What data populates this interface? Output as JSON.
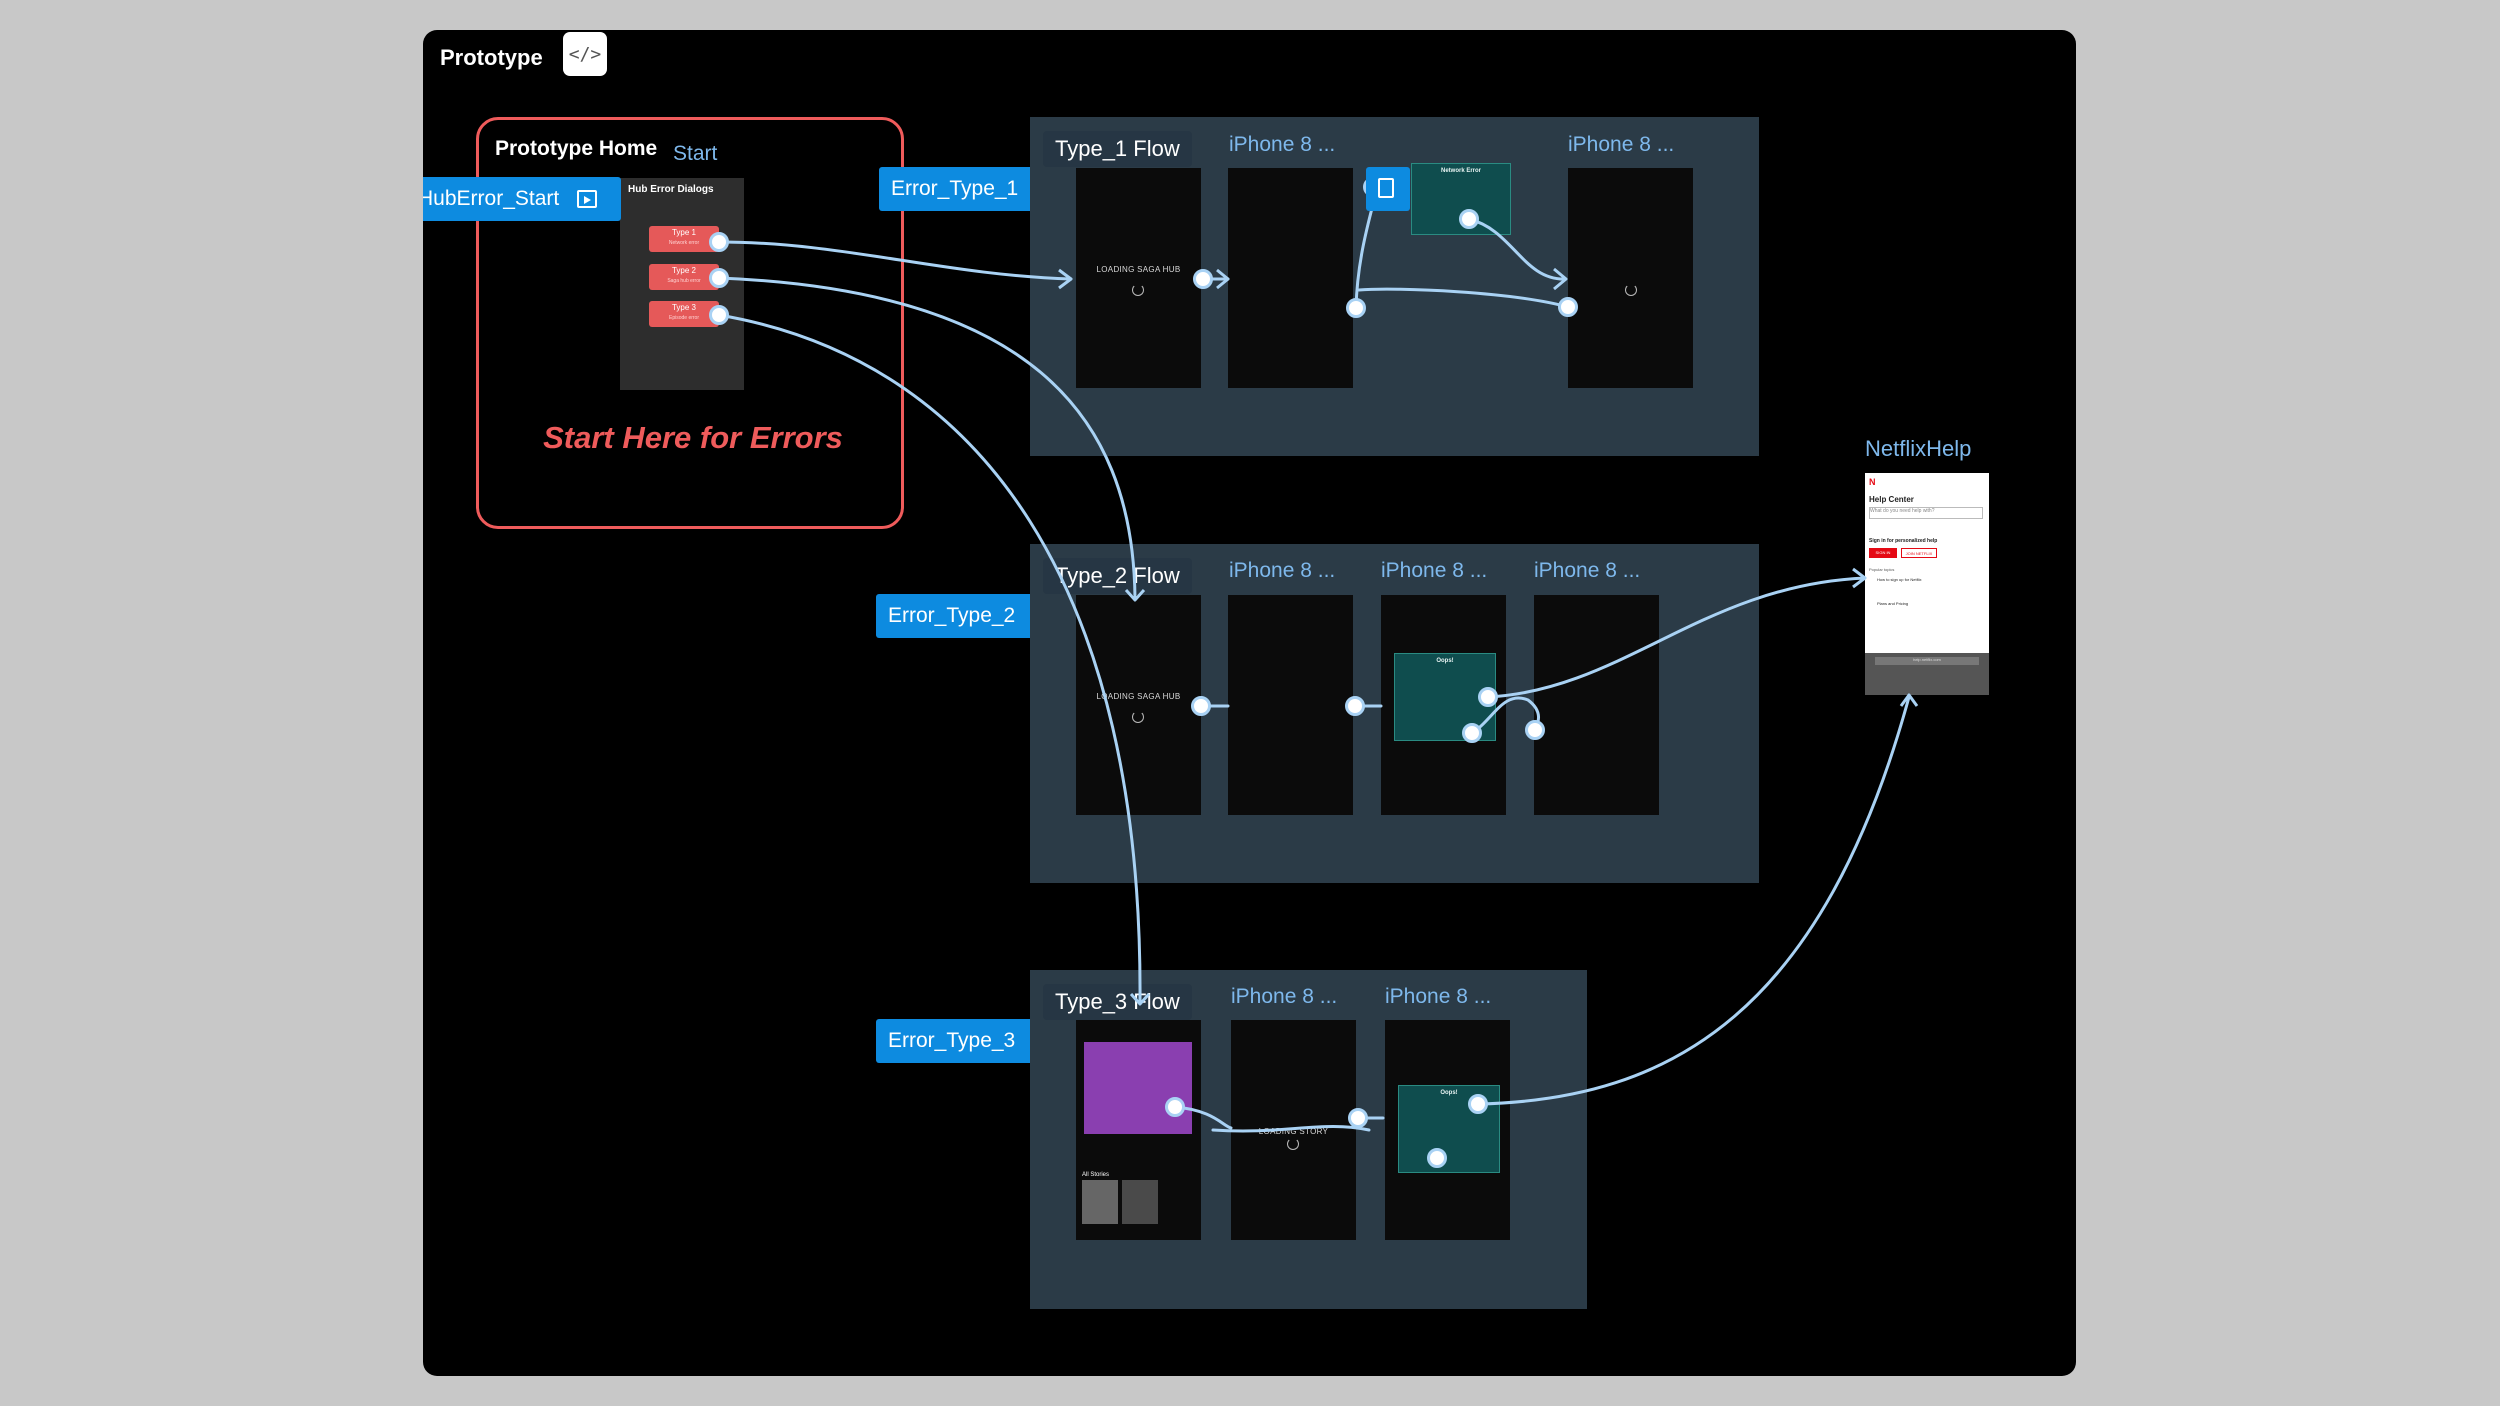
{
  "canvas": {
    "title": "Prototype",
    "code_label": "</>"
  },
  "home": {
    "title": "Prototype Home",
    "start_label": "Start",
    "screen_title": "Hub Error Dialogs",
    "buttons": [
      {
        "label": "Type 1",
        "sub": "Network error"
      },
      {
        "label": "Type 2",
        "sub": "Saga hub error"
      },
      {
        "label": "Type 3",
        "sub": "Episode error"
      }
    ],
    "hint": "Start Here for Errors"
  },
  "tags": {
    "hub_start": "HubError_Start",
    "error_1": "Error_Type_1",
    "error_2": "Error_Type_2",
    "error_3": "Error_Type_3"
  },
  "flows": {
    "type1": {
      "label": "Type_1 Flow",
      "frames": [
        "iPhone 8 ...",
        "iPhone 8 ..."
      ],
      "loading": "LOADING SAGA HUB",
      "dialog_title": "Network Error"
    },
    "type2": {
      "label": "Type_2 Flow",
      "frames": [
        "iPhone 8 ...",
        "iPhone 8 ...",
        "iPhone 8 ..."
      ],
      "loading": "LOADING SAGA HUB",
      "dialog_title": "Oops!"
    },
    "type3": {
      "label": "Type_3 Flow",
      "frames": [
        "iPhone 8 ...",
        "iPhone 8 ..."
      ],
      "loading": "LOADING STORY",
      "dialog_title": "Oops!",
      "section_label": "All Stories"
    }
  },
  "help": {
    "label": "NetflixHelp",
    "heading": "Help Center",
    "search_placeholder": "What do you need help with?",
    "signin_title": "Sign in for personalized help",
    "signin_btn": "SIGN IN",
    "join_btn": "JOIN NETFLIX",
    "popular": "Popular topics",
    "topics": [
      "How to sign up for Netflix",
      "Plans and Pricing"
    ],
    "url": "help.netflix.com"
  },
  "colors": {
    "canvas_bg": "#000000",
    "page_bg": "#c8c8c8",
    "flow_panel": "#2b3b47",
    "tag_blue": "#0d8be0",
    "accent_red": "#ef5b5b",
    "connector": "#a9d2f4"
  }
}
